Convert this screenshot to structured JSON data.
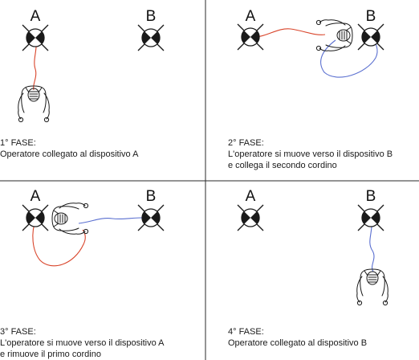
{
  "devices": {
    "a_label": "A",
    "b_label": "B"
  },
  "phases": [
    {
      "title": "1° FASE:",
      "lines": [
        "Operatore collegato al dispositivo A"
      ]
    },
    {
      "title": "2° FASE:",
      "lines": [
        "L'operatore si muove verso il dispositivo B",
        "e collega il secondo cordino"
      ]
    },
    {
      "title": "3° FASE:",
      "lines": [
        "L'operatore si muove verso il dispositivo A",
        "e rimuove il primo cordino"
      ]
    },
    {
      "title": "4° FASE:",
      "lines": [
        "Operatore collegato al dispositivo B"
      ]
    }
  ],
  "colors": {
    "lanyard_red": "#d9452b",
    "lanyard_blue": "#5a6fd0",
    "ink": "#1a1a1a",
    "divider": "#2a2a2a"
  },
  "icons": [
    "anchor-device-icon",
    "operator-topview-icon"
  ]
}
